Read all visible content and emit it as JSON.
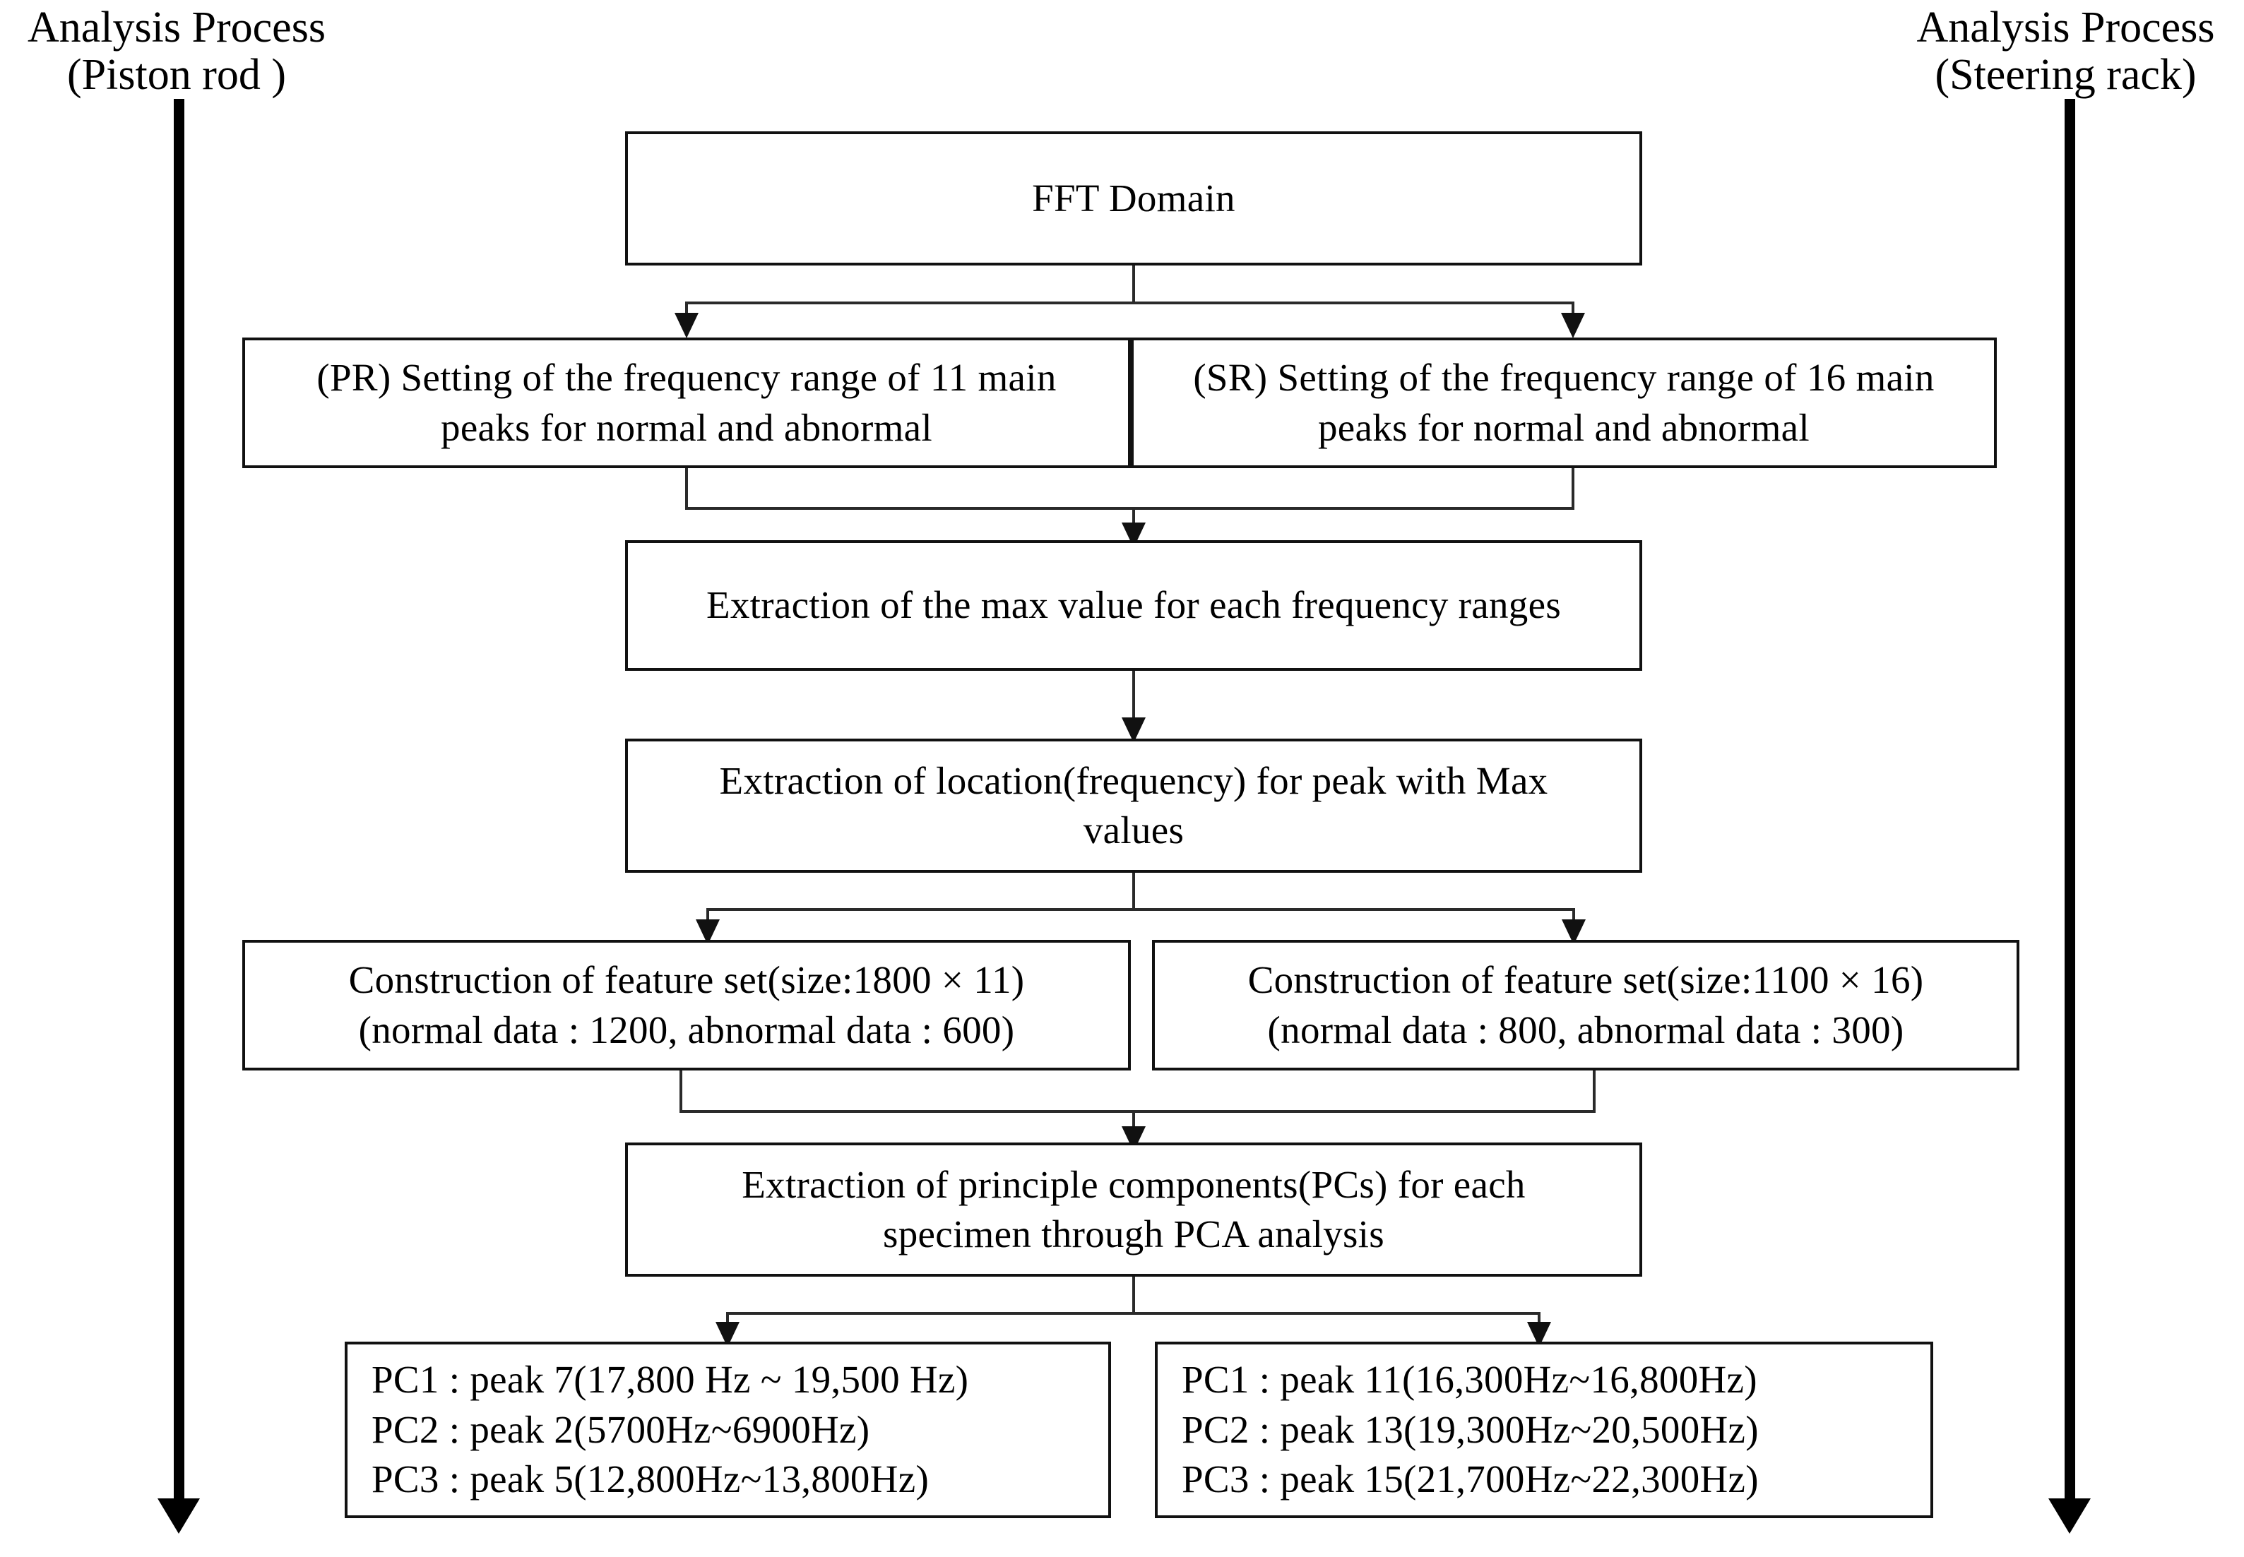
{
  "figure": {
    "type": "flowchart",
    "orientation": "top-to-bottom",
    "background_color": "#ffffff",
    "line_color": "#111111"
  },
  "side_labels": {
    "left": "Analysis Process\n(Piston rod )",
    "right": "Analysis Process\n(Steering rack)"
  },
  "nodes": {
    "fft_domain": "FFT Domain",
    "pr_setting": "(PR) Setting of the frequency  range of 11 main\npeaks for normal and abnormal",
    "sr_setting": "(SR) Setting of the frequency  range of 16 main\npeaks for normal and abnormal",
    "max_value": "Extraction  of the max value for each  frequency  ranges",
    "location": "Extraction  of location(frequency)  for peak with Max\nvalues",
    "feature_set_pr": "Construction  of feature set(size:1800  × 11)\n(normal data : 1200, abnormal data : 600)",
    "feature_set_sr": "Construction  of feature set(size:1100  × 16)\n(normal data : 800, abnormal data : 300)",
    "pca": "Extraction  of principle  components(PCs)  for each\nspecimen  through PCA analysis",
    "pc_results_pr": "PC1 : peak 7(17,800 Hz ~ 19,500 Hz)\nPC2 : peak 2(5700Hz~6900Hz)\nPC3 : peak 5(12,800Hz~13,800Hz)",
    "pc_results_sr": "PC1 : peak 11(16,300Hz~16,800Hz)\nPC2 : peak 13(19,300Hz~20,500Hz)\nPC3 : peak 15(21,700Hz~22,300Hz)"
  },
  "pc_results": {
    "piston_rod": [
      {
        "component": "PC1",
        "peak": "peak 7",
        "range": "17,800 Hz ~ 19,500 Hz"
      },
      {
        "component": "PC2",
        "peak": "peak 2",
        "range": "5700Hz~6900Hz"
      },
      {
        "component": "PC3",
        "peak": "peak 5",
        "range": "12,800Hz~13,800Hz"
      }
    ],
    "steering_rack": [
      {
        "component": "PC1",
        "peak": "peak 11",
        "range": "16,300Hz~16,800Hz"
      },
      {
        "component": "PC2",
        "peak": "peak 13",
        "range": "19,300Hz~20,500Hz"
      },
      {
        "component": "PC3",
        "peak": "peak 15",
        "range": "21,700Hz~22,300Hz"
      }
    ]
  },
  "dataset_summary": {
    "piston_rod": {
      "peaks": 11,
      "feature_set_size": "1800 × 11",
      "normal_data": 1200,
      "abnormal_data": 600
    },
    "steering_rack": {
      "peaks": 16,
      "feature_set_size": "1100 × 16",
      "normal_data": 800,
      "abnormal_data": 300
    }
  }
}
